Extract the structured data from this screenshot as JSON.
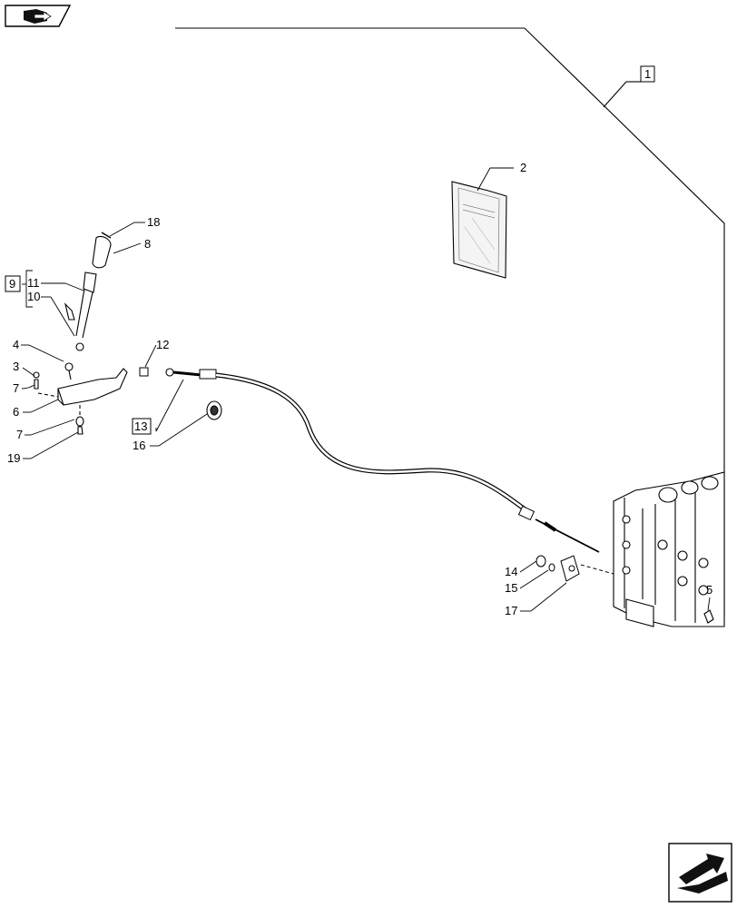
{
  "callouts": {
    "c1": "1",
    "c2": "2",
    "c3": "3",
    "c4": "4",
    "c5": "5",
    "c6": "6",
    "c7a": "7",
    "c7b": "7",
    "c8": "8",
    "c9": "9",
    "c10": "10",
    "c11": "11",
    "c12": "12",
    "c13": "13",
    "c14": "14",
    "c15": "15",
    "c16": "16",
    "c17": "17",
    "c18": "18",
    "c19": "19"
  },
  "icons": {
    "top_left": "book-arrow-icon",
    "bottom_right": "next-page-arrow-icon"
  }
}
